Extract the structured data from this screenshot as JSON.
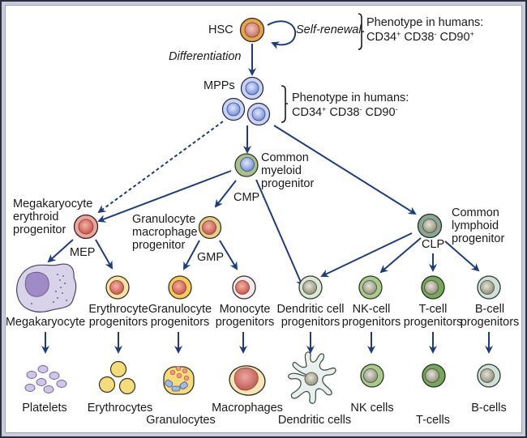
{
  "colors": {
    "arrow": "#1e3d7a",
    "frame_outer": "#2b2f3a",
    "frame_inner": "#c9ccdc",
    "panel": "#ffffff",
    "hsc_outer": "#e3a64a",
    "hsc_inner": "#c98080",
    "mpp_outer": "#c9d2f2",
    "mpp_inner": "#7f98d8",
    "myeloid_outer": "#a9c08d",
    "red_inner": "#d16a5c",
    "mep_outer": "#e8a6a0",
    "gmp_outer": "#e0d08a",
    "erythro_outer": "#f8e3a7",
    "granulo_outer": "#f3cc5b",
    "mono_outer": "#f4ecec",
    "lymphoid_inner": "#a8a998",
    "clp_outer": "#8aa592",
    "dc_outer": "#dde8d4",
    "nk_outer": "#a9c98e",
    "t_outer": "#77a75a",
    "b_outer": "#d1e0d8",
    "megakaryocyte": "#d9d3ea",
    "megakaryocyte_nucleus": "#9f8cc6",
    "erythrocyte": "#f4dc7a",
    "macrophage": "#f5e6b4",
    "macrophage_nucleus": "#c9706a",
    "granulocyte_body": "#f6dc79",
    "granulocyte_lobes": "#9fb9e6"
  },
  "top": {
    "hsc_label": "HSC",
    "self_renewal_label": "Self-renewal",
    "differentiation_label": "Differentiation",
    "hsc_phenotype": {
      "title": "Phenotype in humans:",
      "markers": [
        {
          "name": "CD34",
          "sign": "+"
        },
        {
          "name": "CD38",
          "sign": "-"
        },
        {
          "name": "CD90",
          "sign": "+"
        }
      ]
    },
    "mpp_label": "MPPs",
    "mpp_phenotype": {
      "title": "Phenotype in humans:",
      "markers": [
        {
          "name": "CD34",
          "sign": "+"
        },
        {
          "name": "CD38",
          "sign": "-"
        },
        {
          "name": "CD90",
          "sign": "-"
        }
      ]
    }
  },
  "progenitors": {
    "cmp": {
      "name_lines": [
        "Common",
        "myeloid",
        "progenitor"
      ],
      "abbr": "CMP"
    },
    "mep": {
      "name_lines": [
        "Megakaryocyte",
        "erythroid",
        "progenitor"
      ],
      "abbr": "MEP"
    },
    "gmp": {
      "name_lines": [
        "Granulocyte",
        "macrophage",
        "progenitor"
      ],
      "abbr": "GMP"
    },
    "clp": {
      "name_lines": [
        "Common",
        "lymphoid",
        "progenitor"
      ],
      "abbr": "CLP"
    }
  },
  "lineage_progenitors": [
    {
      "id": "megakaryocyte",
      "lines": [
        "Megakaryocyte"
      ]
    },
    {
      "id": "erythrocyte",
      "lines": [
        "Erythrocyte",
        "progenitors"
      ]
    },
    {
      "id": "granulocyte",
      "lines": [
        "Granulocyte",
        "progenitors"
      ]
    },
    {
      "id": "monocyte",
      "lines": [
        "Monocyte",
        "progenitors"
      ]
    },
    {
      "id": "dendritic",
      "lines": [
        "Dendritic cell",
        "progenitors"
      ]
    },
    {
      "id": "nk",
      "lines": [
        "NK-cell",
        "progenitors"
      ]
    },
    {
      "id": "t",
      "lines": [
        "T-cell",
        "progenitors"
      ]
    },
    {
      "id": "b",
      "lines": [
        "B-cell",
        "progenitors"
      ]
    }
  ],
  "mature_cells": [
    {
      "id": "platelets",
      "label": "Platelets"
    },
    {
      "id": "erythrocytes",
      "label": "Erythrocytes"
    },
    {
      "id": "granulocytes",
      "label": "Granulocytes"
    },
    {
      "id": "macrophages",
      "label": "Macrophages"
    },
    {
      "id": "dendritic-cells",
      "label": "Dendritic cells"
    },
    {
      "id": "nk-cells",
      "label": "NK cells"
    },
    {
      "id": "t-cells",
      "label": "T-cells"
    },
    {
      "id": "b-cells",
      "label": "B-cells"
    }
  ]
}
